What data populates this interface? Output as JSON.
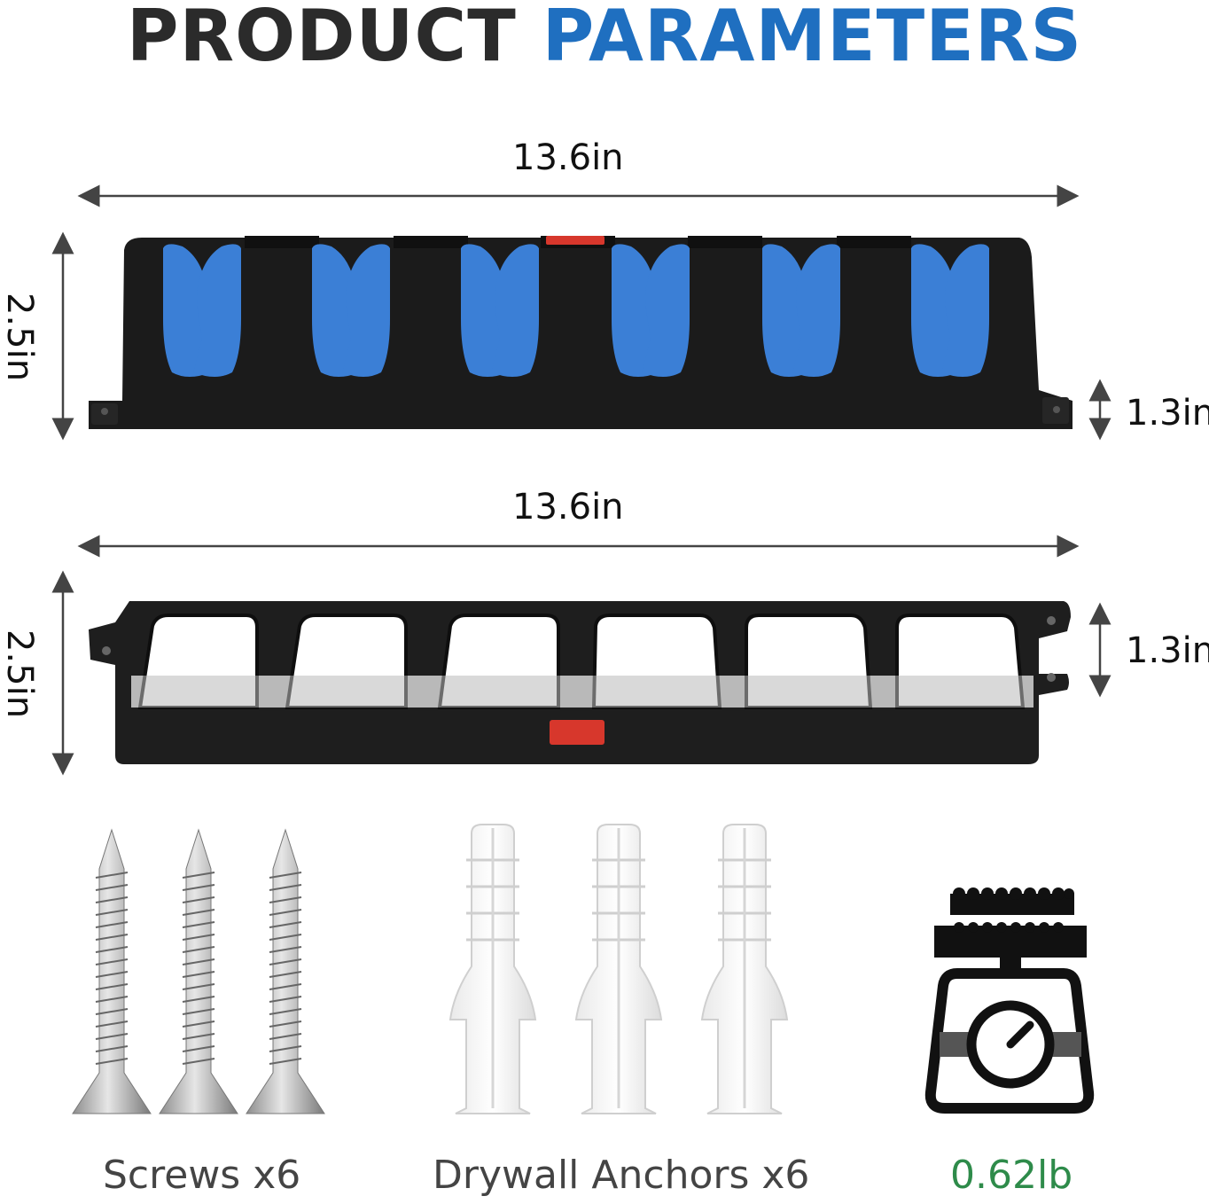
{
  "title": {
    "word1": "PRODUCT",
    "word2": "PARAMETERS"
  },
  "front_view": {
    "width_label": "13.6in",
    "height_label": "2.5in",
    "depth_label": "1.3in"
  },
  "top_view": {
    "width_label": "13.6in",
    "height_label": "2.5in",
    "depth_label": "1.3in"
  },
  "accessories": {
    "screws_label": "Screws x6",
    "anchors_label": "Drywall Anchors x6",
    "weight_label": "0.62lb"
  },
  "colors": {
    "accent_blue": "#1f6fc0",
    "rack_black": "#1b1b1b",
    "clip_blue": "#3b7fd6",
    "weight_green": "#2e8b4a"
  },
  "icons": [
    "scale-icon",
    "screw-icon",
    "anchor-icon"
  ]
}
